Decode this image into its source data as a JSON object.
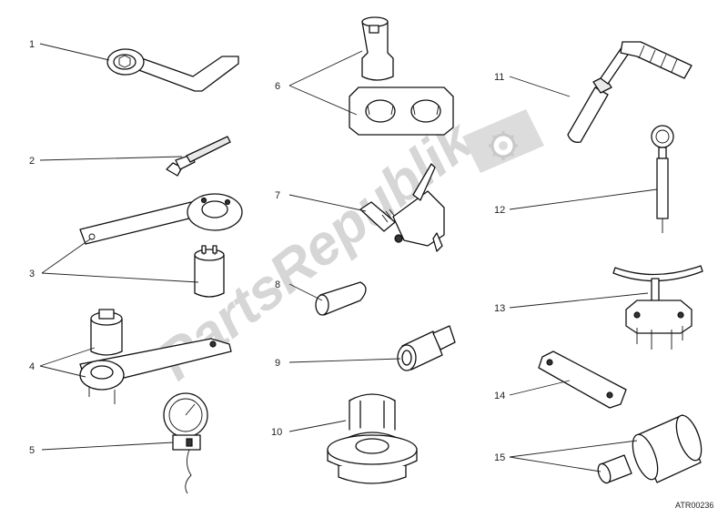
{
  "diagram": {
    "watermark": "PartsRepublik",
    "drawing_code": "ATR00236",
    "callouts": [
      "1",
      "2",
      "3",
      "4",
      "5",
      "6",
      "7",
      "8",
      "9",
      "10",
      "11",
      "12",
      "13",
      "14",
      "15"
    ]
  },
  "colors": {
    "line": "#111111",
    "watermark": "#d6d6d6",
    "background": "#ffffff"
  }
}
